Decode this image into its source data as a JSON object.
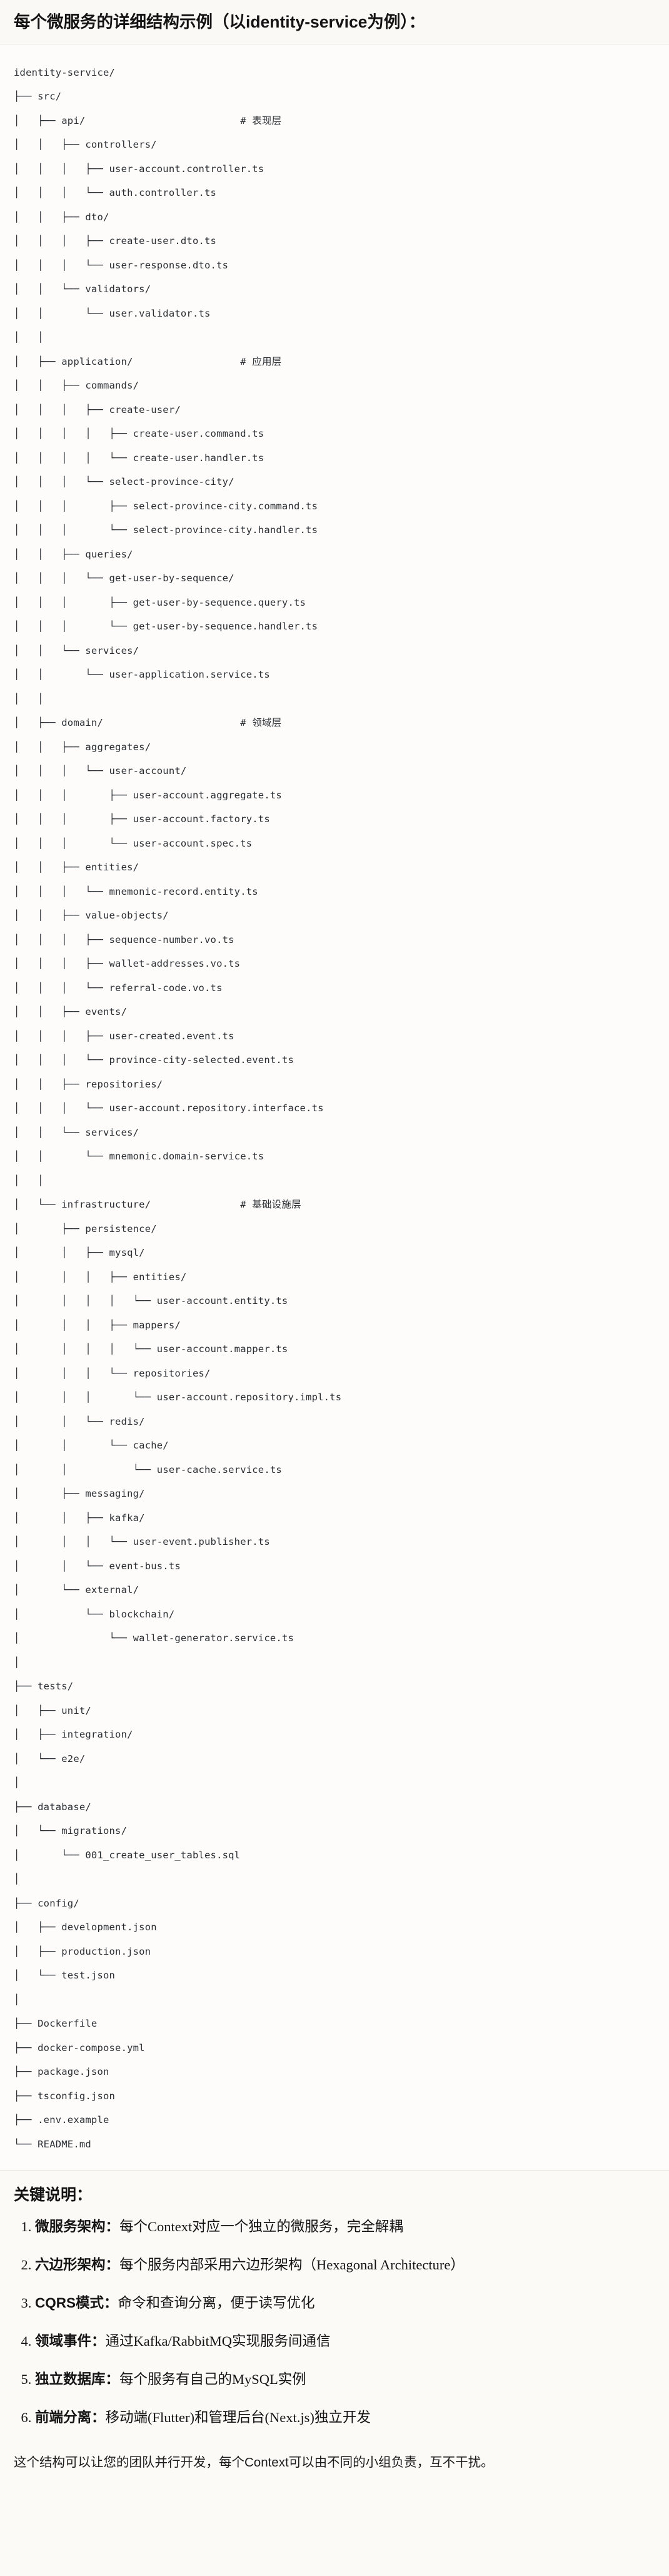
{
  "header": {
    "title": "每个微服务的详细结构示例（以identity-service为例）："
  },
  "tree": {
    "root": "identity-service/",
    "text": "identity-service/\n├── src/\n│   ├── api/                          # 表现层\n│   │   ├── controllers/\n│   │   │   ├── user-account.controller.ts\n│   │   │   └── auth.controller.ts\n│   │   ├── dto/\n│   │   │   ├── create-user.dto.ts\n│   │   │   └── user-response.dto.ts\n│   │   └── validators/\n│   │       └── user.validator.ts\n│   │\n│   ├── application/                  # 应用层\n│   │   ├── commands/\n│   │   │   ├── create-user/\n│   │   │   │   ├── create-user.command.ts\n│   │   │   │   └── create-user.handler.ts\n│   │   │   └── select-province-city/\n│   │   │       ├── select-province-city.command.ts\n│   │   │       └── select-province-city.handler.ts\n│   │   ├── queries/\n│   │   │   └── get-user-by-sequence/\n│   │   │       ├── get-user-by-sequence.query.ts\n│   │   │       └── get-user-by-sequence.handler.ts\n│   │   └── services/\n│   │       └── user-application.service.ts\n│   │\n│   ├── domain/                       # 领域层\n│   │   ├── aggregates/\n│   │   │   └── user-account/\n│   │   │       ├── user-account.aggregate.ts\n│   │   │       ├── user-account.factory.ts\n│   │   │       └── user-account.spec.ts\n│   │   ├── entities/\n│   │   │   └── mnemonic-record.entity.ts\n│   │   ├── value-objects/\n│   │   │   ├── sequence-number.vo.ts\n│   │   │   ├── wallet-addresses.vo.ts\n│   │   │   └── referral-code.vo.ts\n│   │   ├── events/\n│   │   │   ├── user-created.event.ts\n│   │   │   └── province-city-selected.event.ts\n│   │   ├── repositories/\n│   │   │   └── user-account.repository.interface.ts\n│   │   └── services/\n│   │       └── mnemonic.domain-service.ts\n│   │\n│   └── infrastructure/               # 基础设施层\n│       ├── persistence/\n│       │   ├── mysql/\n│       │   │   ├── entities/\n│       │   │   │   └── user-account.entity.ts\n│       │   │   ├── mappers/\n│       │   │   │   └── user-account.mapper.ts\n│       │   │   └── repositories/\n│       │   │       └── user-account.repository.impl.ts\n│       │   └── redis/\n│       │       └── cache/\n│       │           └── user-cache.service.ts\n│       ├── messaging/\n│       │   ├── kafka/\n│       │   │   └── user-event.publisher.ts\n│       │   └── event-bus.ts\n│       └── external/\n│           └── blockchain/\n│               └── wallet-generator.service.ts\n│\n├── tests/\n│   ├── unit/\n│   ├── integration/\n│   └── e2e/\n│\n├── database/\n│   └── migrations/\n│       └── 001_create_user_tables.sql\n│\n├── config/\n│   ├── development.json\n│   ├── production.json\n│   └── test.json\n│\n├── Dockerfile\n├── docker-compose.yml\n├── package.json\n├── tsconfig.json\n├── .env.example\n└── README.md"
  },
  "keypoints": {
    "heading": "关键说明：",
    "items": [
      {
        "term": "微服务架构",
        "sep": "：",
        "desc": "每个Context对应一个独立的微服务，完全解耦"
      },
      {
        "term": "六边形架构",
        "sep": "：",
        "desc": "每个服务内部采用六边形架构（Hexagonal Architecture）"
      },
      {
        "term": "CQRS模式",
        "sep": "：",
        "desc": "命令和查询分离，便于读写优化"
      },
      {
        "term": "领域事件",
        "sep": "：",
        "desc": "通过Kafka/RabbitMQ实现服务间通信"
      },
      {
        "term": "独立数据库",
        "sep": "：",
        "desc": "每个服务有自己的MySQL实例"
      },
      {
        "term": "前端分离",
        "sep": "：",
        "desc": "移动端(Flutter)和管理后台(Next.js)独立开发"
      }
    ]
  },
  "closing": {
    "text": "这个结构可以让您的团队并行开发，每个Context可以由不同的小组负责，互不干扰。"
  }
}
